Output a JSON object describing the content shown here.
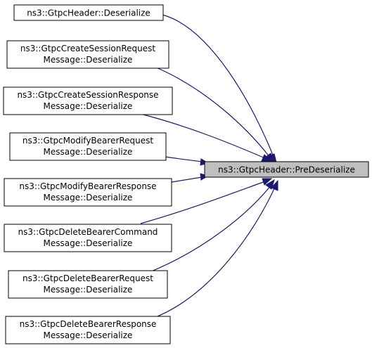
{
  "target": {
    "label": "ns3::GtpcHeader::PreDeserialize"
  },
  "callers": [
    {
      "lines": [
        "ns3::GtpcHeader::Deserialize"
      ]
    },
    {
      "lines": [
        "ns3::GtpcCreateSessionRequest",
        "Message::Deserialize"
      ]
    },
    {
      "lines": [
        "ns3::GtpcCreateSessionResponse",
        "Message::Deserialize"
      ]
    },
    {
      "lines": [
        "ns3::GtpcModifyBearerRequest",
        "Message::Deserialize"
      ]
    },
    {
      "lines": [
        "ns3::GtpcModifyBearerResponse",
        "Message::Deserialize"
      ]
    },
    {
      "lines": [
        "ns3::GtpcDeleteBearerCommand",
        "Message::Deserialize"
      ]
    },
    {
      "lines": [
        "ns3::GtpcDeleteBearerRequest",
        "Message::Deserialize"
      ]
    },
    {
      "lines": [
        "ns3::GtpcDeleteBearerResponse",
        "Message::Deserialize"
      ]
    }
  ],
  "colors": {
    "edge": "#191970",
    "target_fill": "#bfbfbf"
  }
}
